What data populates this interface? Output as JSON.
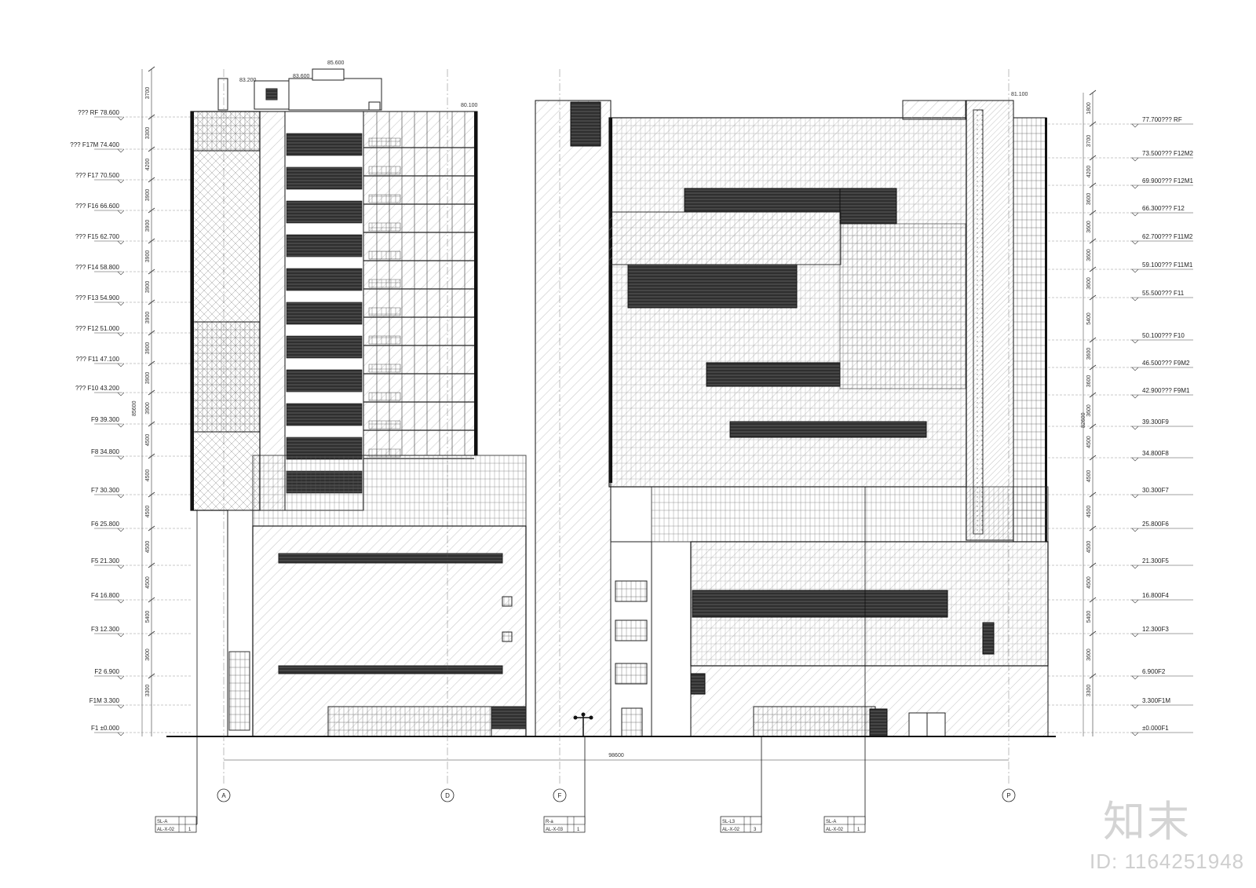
{
  "left_levels": [
    {
      "name": "RF",
      "elev": "78.600",
      "prefix": "???"
    },
    {
      "name": "F17M",
      "elev": "74.400",
      "prefix": "???"
    },
    {
      "name": "F17",
      "elev": "70.500",
      "prefix": "???"
    },
    {
      "name": "F16",
      "elev": "66.600",
      "prefix": "???"
    },
    {
      "name": "F15",
      "elev": "62.700",
      "prefix": "???"
    },
    {
      "name": "F14",
      "elev": "58.800",
      "prefix": "???"
    },
    {
      "name": "F13",
      "elev": "54.900",
      "prefix": "???"
    },
    {
      "name": "F12",
      "elev": "51.000",
      "prefix": "???"
    },
    {
      "name": "F11",
      "elev": "47.100",
      "prefix": "???"
    },
    {
      "name": "F10",
      "elev": "43.200",
      "prefix": "???"
    },
    {
      "name": "F9",
      "elev": "39.300",
      "prefix": ""
    },
    {
      "name": "F8",
      "elev": "34.800",
      "prefix": ""
    },
    {
      "name": "F7",
      "elev": "30.300",
      "prefix": ""
    },
    {
      "name": "F6",
      "elev": "25.800",
      "prefix": ""
    },
    {
      "name": "F5",
      "elev": "21.300",
      "prefix": ""
    },
    {
      "name": "F4",
      "elev": "16.800",
      "prefix": ""
    },
    {
      "name": "F3",
      "elev": "12.300",
      "prefix": ""
    },
    {
      "name": "F2",
      "elev": "6.900",
      "prefix": ""
    },
    {
      "name": "F1M",
      "elev": "3.300",
      "prefix": ""
    },
    {
      "name": "F1",
      "elev": "±0.000",
      "prefix": ""
    }
  ],
  "right_levels": [
    {
      "elev": "77.700",
      "mark": "???",
      "name": "RF"
    },
    {
      "elev": "73.500",
      "mark": "???",
      "name": "F12M2"
    },
    {
      "elev": "69.900",
      "mark": "???",
      "name": "F12M1"
    },
    {
      "elev": "66.300",
      "mark": "???",
      "name": "F12"
    },
    {
      "elev": "62.700",
      "mark": "???",
      "name": "F11M2"
    },
    {
      "elev": "59.100",
      "mark": "???",
      "name": "F11M1"
    },
    {
      "elev": "55.500",
      "mark": "???",
      "name": "F11"
    },
    {
      "elev": "50.100",
      "mark": "???",
      "name": "F10"
    },
    {
      "elev": "46.500",
      "mark": "???",
      "name": "F9M2"
    },
    {
      "elev": "42.900",
      "mark": "???",
      "name": "F9M1"
    },
    {
      "elev": "39.300",
      "mark": "",
      "name": "F9"
    },
    {
      "elev": "34.800",
      "mark": "",
      "name": "F8"
    },
    {
      "elev": "30.300",
      "mark": "",
      "name": "F7"
    },
    {
      "elev": "25.800",
      "mark": "",
      "name": "F6"
    },
    {
      "elev": "21.300",
      "mark": "",
      "name": "F5"
    },
    {
      "elev": "16.800",
      "mark": "",
      "name": "F4"
    },
    {
      "elev": "12.300",
      "mark": "",
      "name": "F3"
    },
    {
      "elev": "6.900",
      "mark": "",
      "name": "F2"
    },
    {
      "elev": "3.300",
      "mark": "",
      "name": "F1M"
    },
    {
      "elev": "±0.000",
      "mark": "",
      "name": "F1"
    }
  ],
  "left_dims": [
    "3700",
    "3300",
    "4200",
    "3900",
    "3900",
    "3900",
    "3900",
    "3900",
    "3900",
    "3900",
    "3900",
    "4500",
    "4500",
    "4500",
    "4500",
    "4500",
    "5400",
    "3600",
    "3300"
  ],
  "right_dims": [
    "1800",
    "3700",
    "4200",
    "3600",
    "3600",
    "3600",
    "3600",
    "5400",
    "3600",
    "3600",
    "3600",
    "4500",
    "4500",
    "4500",
    "4500",
    "4500",
    "5400",
    "3600",
    "3300"
  ],
  "overall_height_left": "85600",
  "overall_height_right": "82600",
  "overall_width": "98600",
  "roof_marks": [
    "85.600",
    "83.200",
    "83.600",
    "80.100",
    "81.100"
  ],
  "grid_axes": [
    {
      "label": "A"
    },
    {
      "label": "D"
    },
    {
      "label": "F"
    },
    {
      "label": "P"
    }
  ],
  "section_tags": [
    {
      "top": "SL-A",
      "bottom": "AL-X-02",
      "num": "1"
    },
    {
      "top": "R-a",
      "bottom": "AL-X-03",
      "num": "1"
    },
    {
      "top": "SL-L3",
      "bottom": "AL-X-02",
      "num": "3"
    },
    {
      "top": "SL-A",
      "bottom": "AL-X-02",
      "num": "1"
    }
  ],
  "watermark": {
    "brand": "知末",
    "id": "ID: 1164251948"
  },
  "colors": {
    "line": "#1a1a1a",
    "hatch": "#9a9a9a",
    "dark_panel": "#2a2a2a"
  }
}
